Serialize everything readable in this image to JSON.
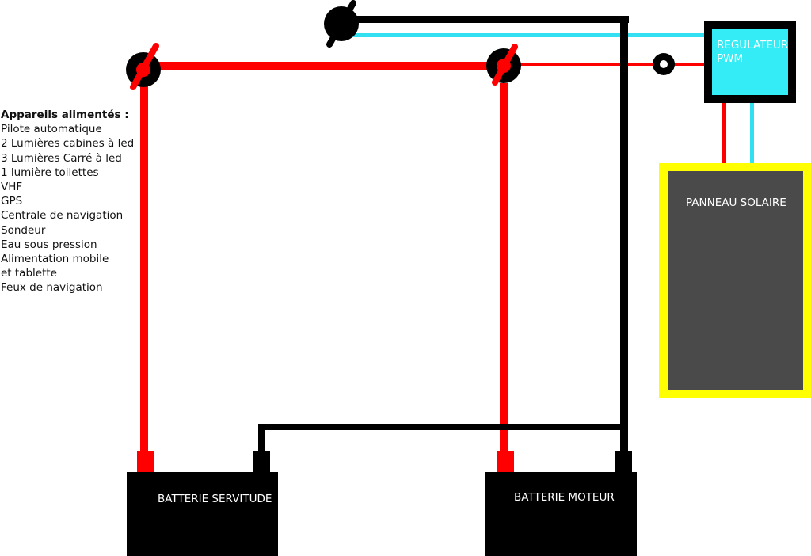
{
  "legend": {
    "title": "Appareils alimentés :",
    "items": [
      "Pilote automatique",
      "2 Lumières cabines à led",
      "3 Lumières Carré à led",
      "1 lumière toilettes",
      "VHF",
      "GPS",
      "Centrale de navigation",
      "Sondeur",
      "Eau sous pression",
      "Alimentation mobile",
      "et tablette",
      "Feux de navigation"
    ]
  },
  "regulator": {
    "line1": "REGULATEUR",
    "line2": "PWM"
  },
  "solar_panel": {
    "label": "PANNEAU SOLAIRE"
  },
  "battery_service": {
    "label": "BATTERIE SERVITUDE"
  },
  "battery_engine": {
    "label": "BATTERIE MOTEUR"
  },
  "colors": {
    "positive_wire": "#ff0000",
    "negative_wire": "#000000",
    "regulator_wire": "#33e0f2",
    "regulator_fill": "#33ecf5",
    "solar_frame": "#ffff00",
    "solar_fill": "#4a4a4a",
    "battery_fill": "#000000"
  },
  "icons": {
    "switch": "battery-switch-icon",
    "fuse": "fuse-icon"
  }
}
